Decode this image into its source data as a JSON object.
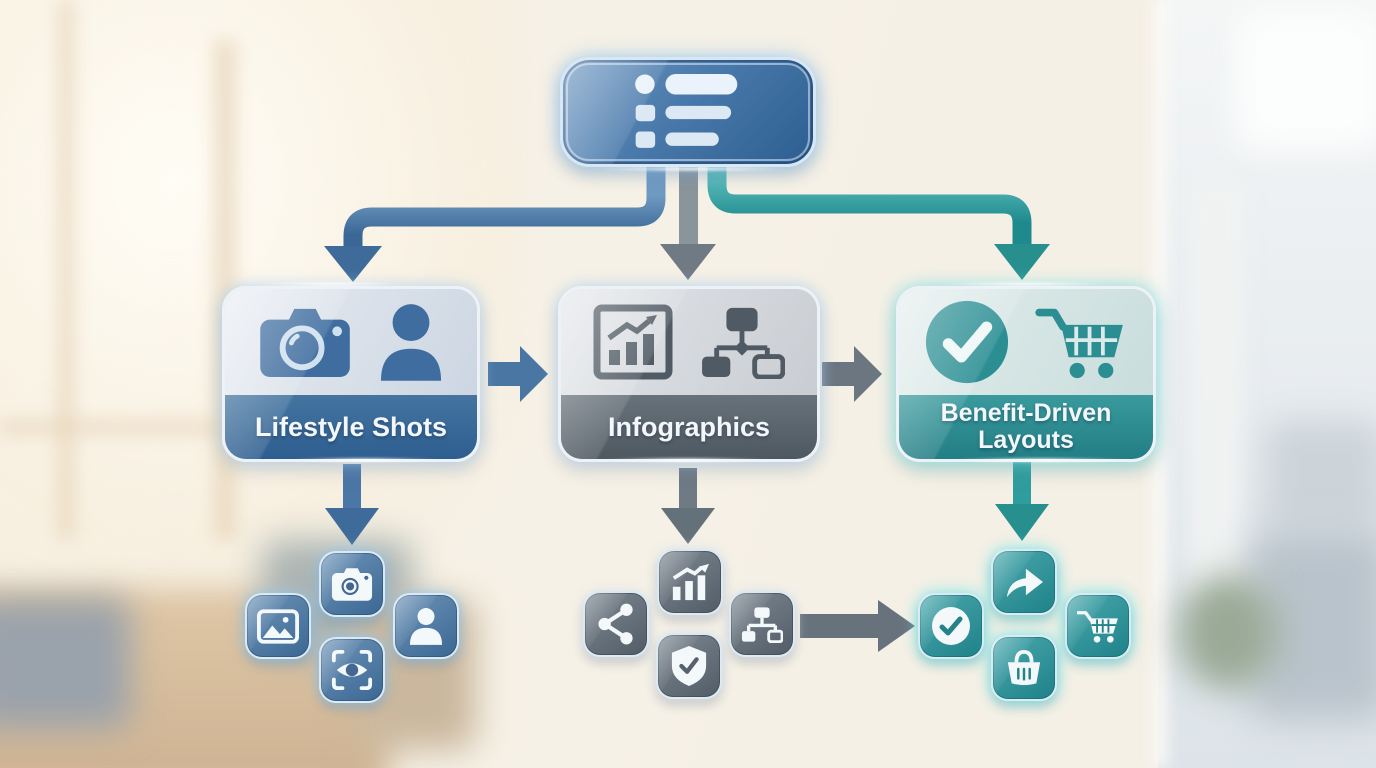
{
  "diagram_title": "Content format flowchart",
  "root_node": {
    "id": "content-list",
    "icon": "list-icon"
  },
  "branch_nodes": [
    {
      "id": "lifestyle-shots",
      "label": "Lifestyle Shots",
      "theme": "blue",
      "accent": "#3c6da1",
      "icons": [
        "camera-icon",
        "user-icon"
      ]
    },
    {
      "id": "infographics",
      "label": "Infographics",
      "theme": "gray",
      "accent": "#5c666f",
      "icons": [
        "framed-bar-chart-icon",
        "hierarchy-icon"
      ]
    },
    {
      "id": "benefit-driven-layouts",
      "label": "Benefit-Driven Layouts",
      "theme": "teal",
      "accent": "#2b9095",
      "icons": [
        "check-circle-icon",
        "shopping-cart-icon"
      ]
    }
  ],
  "icon_clusters": [
    {
      "parent": "lifestyle-shots",
      "theme": "blue",
      "icons": [
        "camera-icon",
        "image-icon",
        "user-icon",
        "eye-scan-icon"
      ]
    },
    {
      "parent": "infographics",
      "theme": "gray",
      "icons": [
        "trend-chart-icon",
        "share-icon",
        "hierarchy-icon",
        "shield-check-icon"
      ]
    },
    {
      "parent": "benefit-driven-layouts",
      "theme": "teal",
      "icons": [
        "check-circle-icon",
        "forward-arrow-icon",
        "shopping-cart-icon",
        "basket-icon"
      ]
    }
  ],
  "connectors": [
    {
      "from": "root",
      "to": "lifestyle-shots",
      "color": "#4a77a6",
      "shape": "elbow-down-left"
    },
    {
      "from": "root",
      "to": "infographics",
      "color": "#828d95",
      "shape": "straight-down"
    },
    {
      "from": "root",
      "to": "benefit-driven-layouts",
      "color": "#2f9d9e",
      "shape": "elbow-down-right"
    },
    {
      "from": "lifestyle-shots",
      "to": "infographics",
      "color": "#4a77a6",
      "shape": "block-arrow-right"
    },
    {
      "from": "infographics",
      "to": "benefit-driven-layouts",
      "color": "#6b7681",
      "shape": "block-arrow-right"
    },
    {
      "from": "infographics-cluster",
      "to": "benefit-driven-layouts-cluster",
      "color": "#68727c",
      "shape": "block-arrow-right"
    }
  ],
  "colors": {
    "background": "#f5f0e5",
    "blue": "#3c6da1",
    "gray": "#5c666f",
    "teal": "#2b9095",
    "glow": "#bfeef5"
  }
}
